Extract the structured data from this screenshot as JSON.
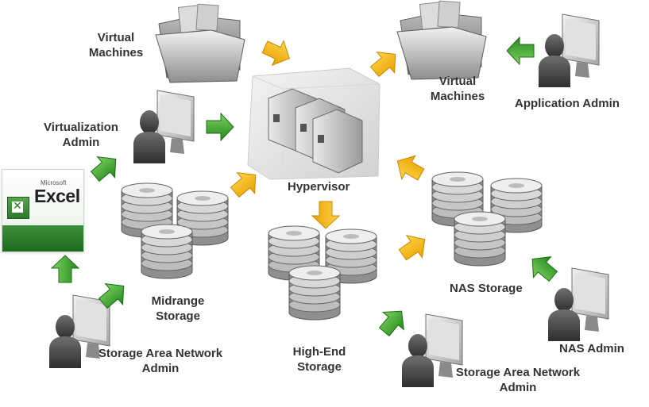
{
  "diagram": {
    "hub": "Hypervisor",
    "nodes": {
      "vm_left": {
        "line1": "Virtual",
        "line2": "Machines",
        "icon": "folder-icon"
      },
      "vm_right": {
        "line1": "Virtual",
        "line2": "Machines",
        "icon": "folder-icon"
      },
      "app_admin": {
        "label": "Application Admin",
        "icon": "user-computer-icon"
      },
      "virt_admin": {
        "line1": "Virtualization",
        "line2": "Admin",
        "icon": "user-computer-icon"
      },
      "excel": {
        "brand": "Microsoft",
        "name": "Excel",
        "icon": "excel-logo"
      },
      "midrange": {
        "line1": "Midrange",
        "line2": "Storage",
        "icon": "disk-stack-icon"
      },
      "highend": {
        "line1": "High-End",
        "line2": "Storage",
        "icon": "disk-stack-icon"
      },
      "nas": {
        "label": "NAS Storage",
        "icon": "disk-stack-icon"
      },
      "nas_admin": {
        "label": "NAS Admin",
        "icon": "user-computer-icon"
      },
      "san_admin_left": {
        "line1": "Storage Area Network",
        "line2": "Admin",
        "icon": "user-computer-icon"
      },
      "san_admin_right": {
        "line1": "Storage Area Network",
        "line2": "Admin",
        "icon": "user-computer-icon"
      }
    },
    "colors": {
      "yellow_arrow": "#f5b914",
      "green_arrow": "#3fa535",
      "disk": "#a9a9a9",
      "hub_box": "#e6e6e6",
      "excel_green": "#2d7b2b"
    }
  }
}
